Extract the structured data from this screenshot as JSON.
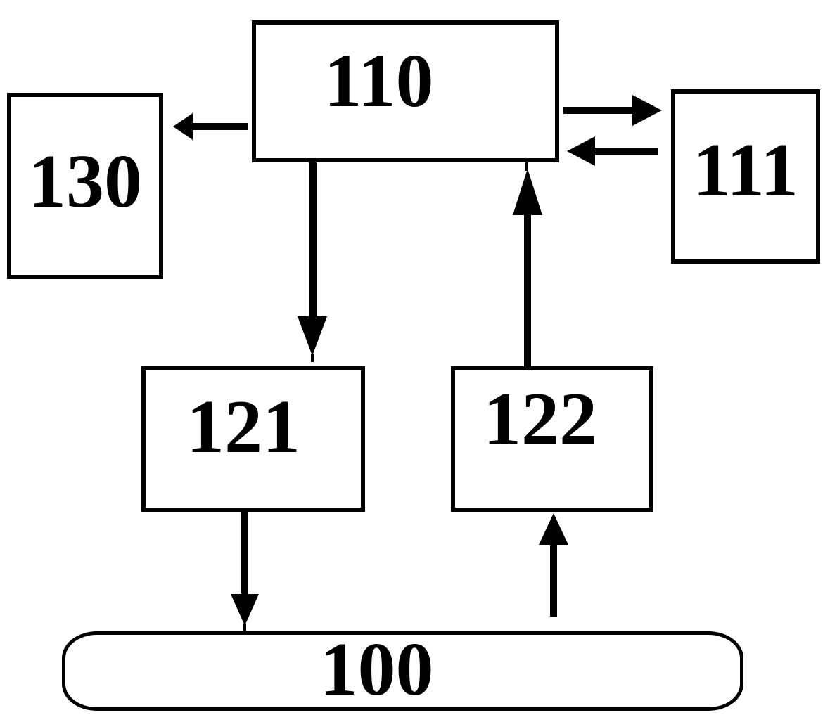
{
  "figure": {
    "background_color": "#ffffff",
    "line_color": "#000000"
  },
  "diagram": {
    "nodes": [
      {
        "id": "110",
        "label": "110",
        "shape": "rectangle"
      },
      {
        "id": "130",
        "label": "130",
        "shape": "rectangle"
      },
      {
        "id": "111",
        "label": "111",
        "shape": "rectangle"
      },
      {
        "id": "121",
        "label": "121",
        "shape": "rectangle"
      },
      {
        "id": "122",
        "label": "122",
        "shape": "rectangle"
      },
      {
        "id": "100",
        "label": "100",
        "shape": "rounded-rectangle"
      }
    ],
    "edges": [
      {
        "from": "110",
        "to": "130",
        "direction": "left"
      },
      {
        "from": "110",
        "to": "111",
        "direction": "right"
      },
      {
        "from": "111",
        "to": "110",
        "direction": "left"
      },
      {
        "from": "110",
        "to": "121",
        "direction": "down"
      },
      {
        "from": "122",
        "to": "110",
        "direction": "up"
      },
      {
        "from": "121",
        "to": "100",
        "direction": "down"
      },
      {
        "from": "100",
        "to": "122",
        "direction": "up"
      }
    ]
  }
}
